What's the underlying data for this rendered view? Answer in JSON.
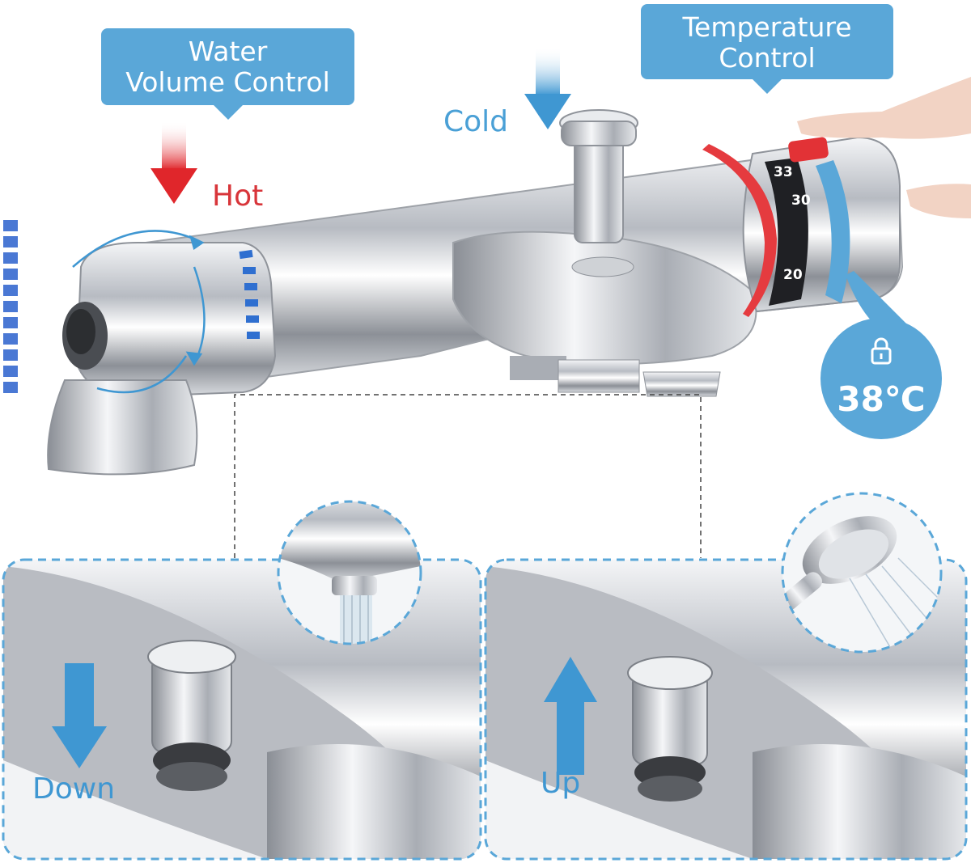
{
  "callouts": {
    "water_volume": {
      "line1": "Water",
      "line2": "Volume Control"
    },
    "temperature": {
      "line1": "Temperature",
      "line2": "Control"
    }
  },
  "labels": {
    "hot": "Hot",
    "cold": "Cold",
    "down": "Down",
    "up": "Up"
  },
  "temperature_badge": {
    "value": "38℃",
    "icon": "lock-icon"
  },
  "dial_scale": [
    "33",
    "30",
    "20"
  ],
  "colors": {
    "accent_blue": "#5aa7d8",
    "hot_red": "#d8353a",
    "cold_blue": "#4aa0d6",
    "chrome": "#c9ccd1"
  },
  "icons": [
    "hot-arrow-down-icon",
    "cold-arrow-down-icon",
    "down-arrow-icon",
    "up-arrow-icon",
    "rotate-arrow-icon",
    "lock-icon"
  ]
}
